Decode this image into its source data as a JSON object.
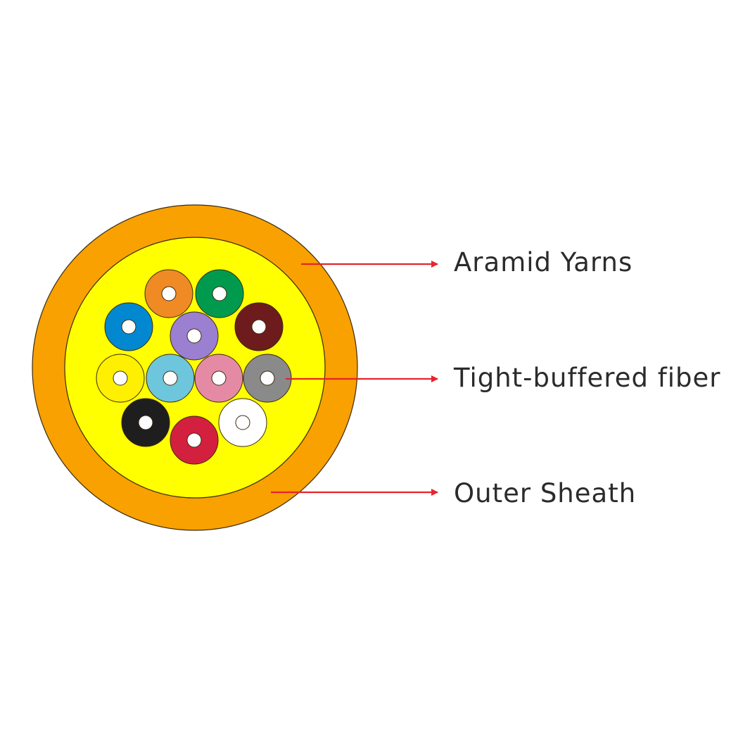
{
  "labels": {
    "aramid": "Aramid Yarns",
    "fiber": "Tight-buffered fiber",
    "sheath": "Outer Sheath"
  },
  "colors": {
    "sheath": "#f9a100",
    "aramid": "#ffff00",
    "arrow": "#e8232b",
    "outline": "#3a2a10",
    "core": "#ffffff"
  },
  "fibers": [
    {
      "name": "orange",
      "color": "#f08a24"
    },
    {
      "name": "green",
      "color": "#009a4e"
    },
    {
      "name": "blue",
      "color": "#0288d1"
    },
    {
      "name": "violet",
      "color": "#9b7fd0"
    },
    {
      "name": "brown",
      "color": "#6e1b1d"
    },
    {
      "name": "yellow",
      "color": "#ffef00"
    },
    {
      "name": "aqua",
      "color": "#6ec6dc"
    },
    {
      "name": "rose",
      "color": "#e58aa4"
    },
    {
      "name": "slate",
      "color": "#8a8a8a"
    },
    {
      "name": "black",
      "color": "#1e1e1e"
    },
    {
      "name": "red",
      "color": "#d4203f"
    },
    {
      "name": "white",
      "color": "#ffffff"
    }
  ]
}
